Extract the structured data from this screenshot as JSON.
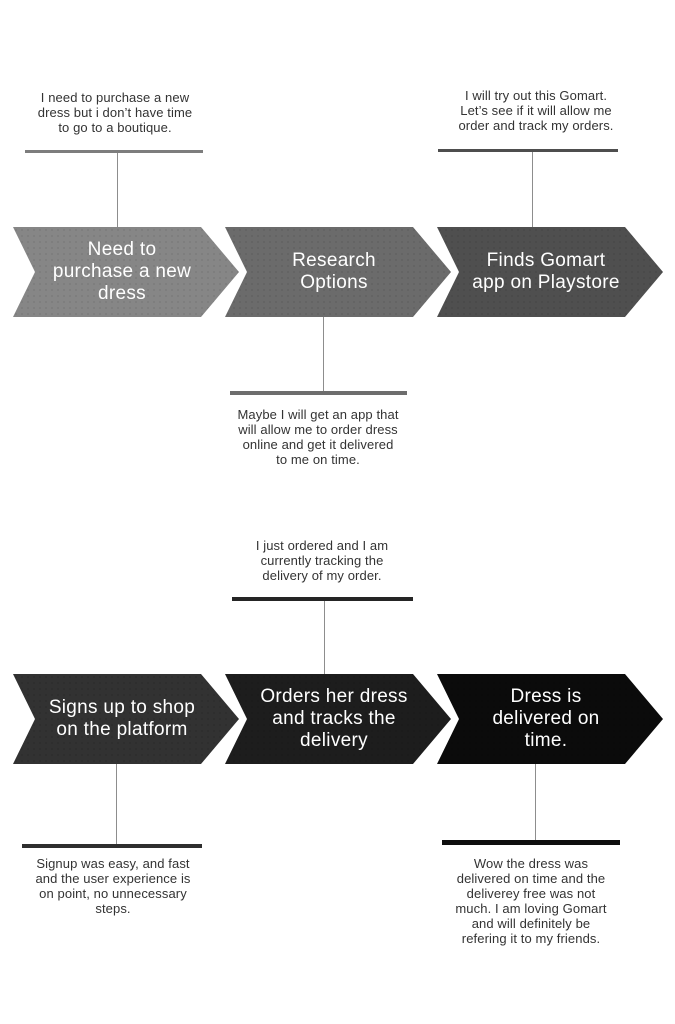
{
  "figure": {
    "stages": [
      {
        "label_lines": [
          "Need to",
          "purchase a new",
          "dress"
        ],
        "color": "#868686"
      },
      {
        "label_lines": [
          "Research",
          "Options"
        ],
        "color": "#6b6b6b"
      },
      {
        "label_lines": [
          "Finds Gomart",
          "app on Playstore"
        ],
        "color": "#4f4f4f"
      },
      {
        "label_lines": [
          "Signs up to shop",
          "on the platform"
        ],
        "color": "#323232"
      },
      {
        "label_lines": [
          "Orders her dress",
          "and tracks the",
          "delivery"
        ],
        "color": "#1d1d1d"
      },
      {
        "label_lines": [
          "Dress is",
          "delivered on",
          "time."
        ],
        "color": "#0b0b0b"
      }
    ],
    "notes": [
      {
        "lines": [
          "I need to purchase a new",
          "dress but i don’t have time",
          "to go to a boutique."
        ],
        "divider_color": "#7d7d7d"
      },
      {
        "lines": [
          "I will try out this Gomart.",
          "Let’s see if it will allow me",
          "order and track my orders."
        ],
        "divider_color": "#4e4e4e"
      },
      {
        "lines": [
          "Maybe I will get an app that",
          "will allow me to order dress",
          "online and get it delivered",
          "to me on time."
        ],
        "divider_color": "#6d6d6d"
      },
      {
        "lines": [
          "I just ordered and I am",
          "currently tracking the",
          "delivery of my order."
        ],
        "divider_color": "#252525"
      },
      {
        "lines": [
          "Signup was easy, and fast",
          "and the user experience is",
          "on point, no unnecessary",
          "steps."
        ],
        "divider_color": "#2e2e2e"
      },
      {
        "lines": [
          "Wow the dress was",
          "delivered on time and the",
          "deliverey free was not",
          "much. I am loving Gomart",
          "and will definitely be",
          "refering it to my friends."
        ],
        "divider_color": "#0e0e0e"
      }
    ],
    "connector_color": "#8d8d8d",
    "label_text_color": "#ffffff",
    "note_text_color": "#333333"
  }
}
